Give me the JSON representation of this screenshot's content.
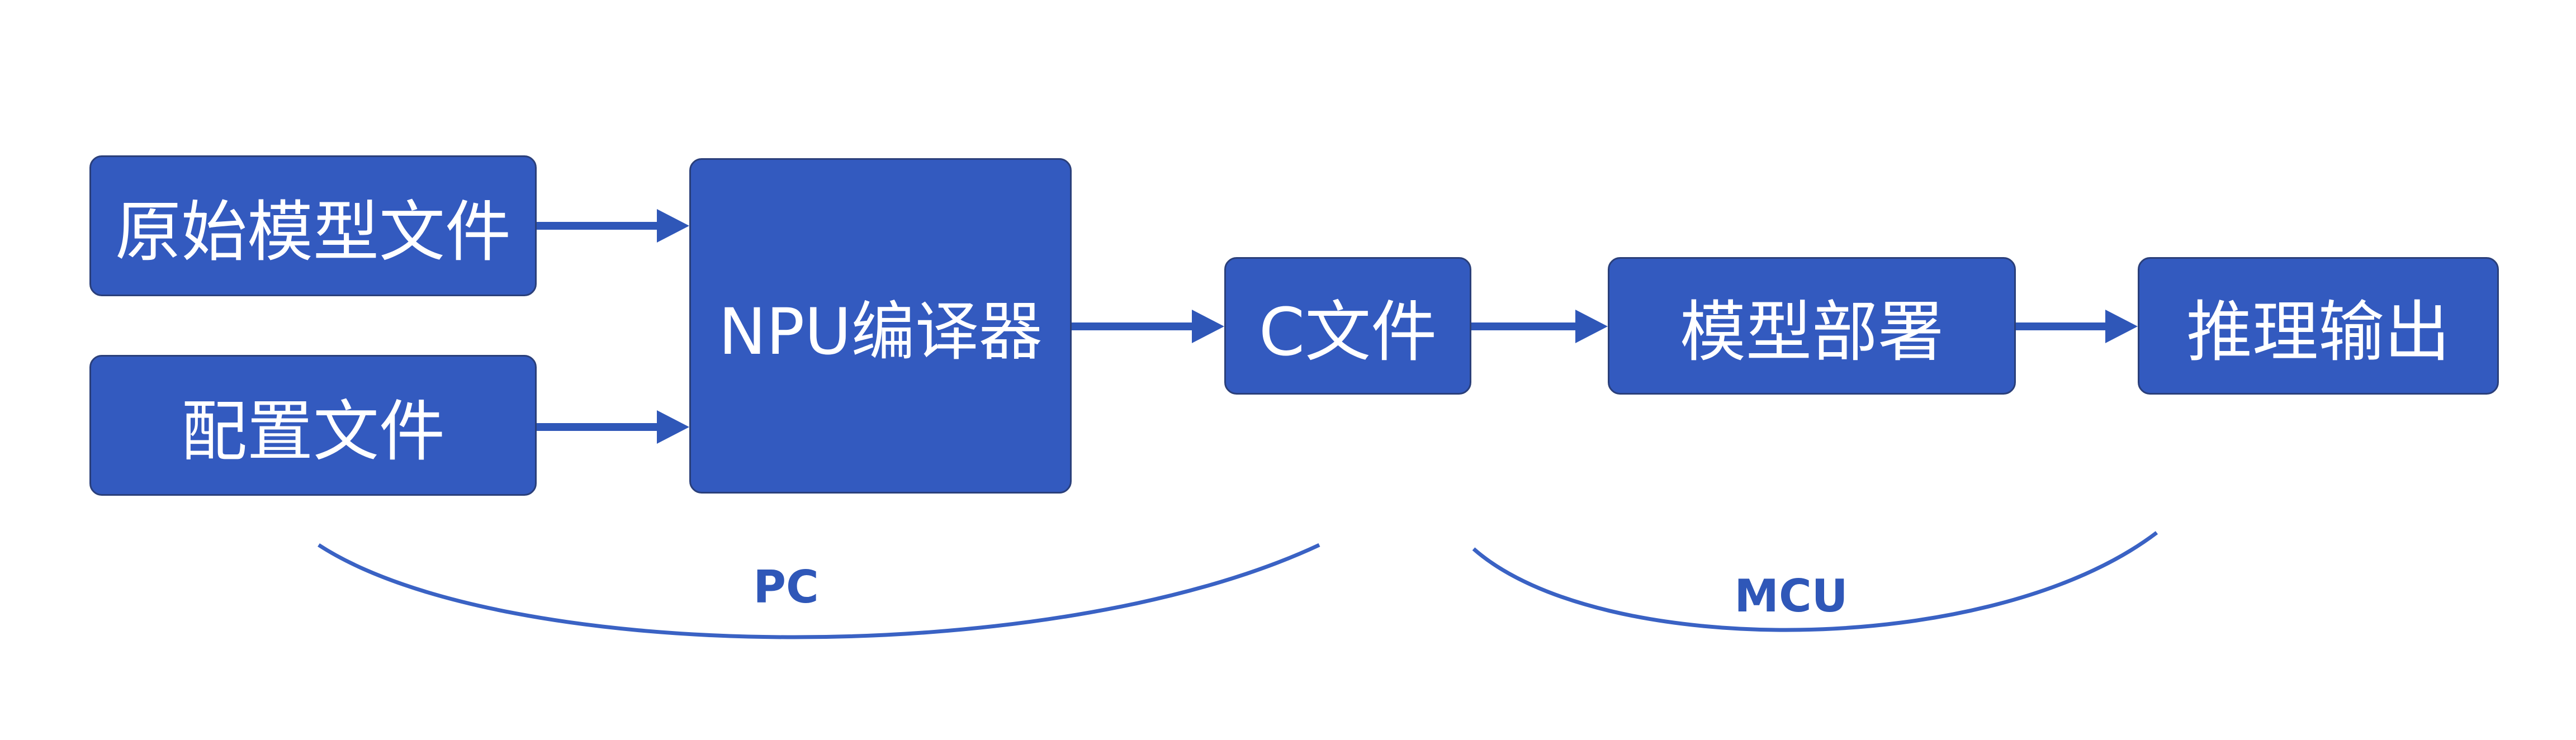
{
  "diagram": {
    "nodes": {
      "source_model": "原始模型文件",
      "config_file": "配置文件",
      "npu_compiler": "NPU编译器",
      "c_file": "C文件",
      "model_deploy": "模型部署",
      "inference_output": "推理输出"
    },
    "groups": {
      "pc": "PC",
      "mcu": "MCU"
    },
    "edges": [
      {
        "from": "source_model",
        "to": "npu_compiler"
      },
      {
        "from": "config_file",
        "to": "npu_compiler"
      },
      {
        "from": "npu_compiler",
        "to": "c_file"
      },
      {
        "from": "c_file",
        "to": "model_deploy"
      },
      {
        "from": "model_deploy",
        "to": "inference_output"
      }
    ],
    "colors": {
      "node_fill": "#335ABF",
      "node_border": "#2A3F7A",
      "node_text": "#FFFFFF",
      "arrow": "#2F57B8",
      "group_brace": "#3A62C4",
      "group_label": "#2F57B8"
    }
  }
}
